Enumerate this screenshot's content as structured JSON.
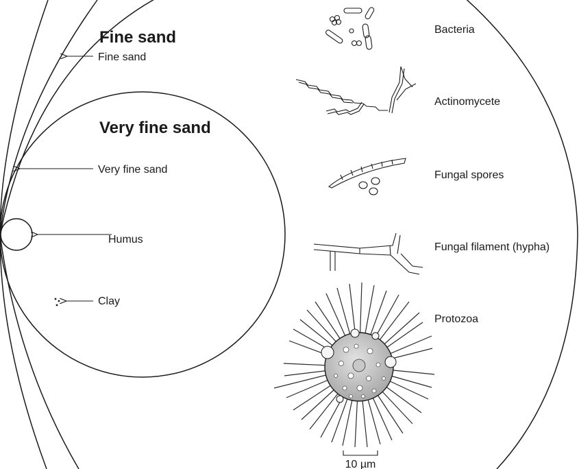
{
  "particles": {
    "fine_sand_heading": "Fine sand",
    "fine_sand_label": "Fine sand",
    "very_fine_sand_heading": "Very fine sand",
    "very_fine_sand_label": "Very fine sand",
    "humus_label": "Humus",
    "clay_label": "Clay"
  },
  "organisms": {
    "bacteria": "Bacteria",
    "actinomycete": "Actinomycete",
    "fungal_spores": "Fungal spores",
    "fungal_filament": "Fungal filament (hypha)",
    "protozoa": "Protozoa"
  },
  "scale_bar_label": "10 µm"
}
